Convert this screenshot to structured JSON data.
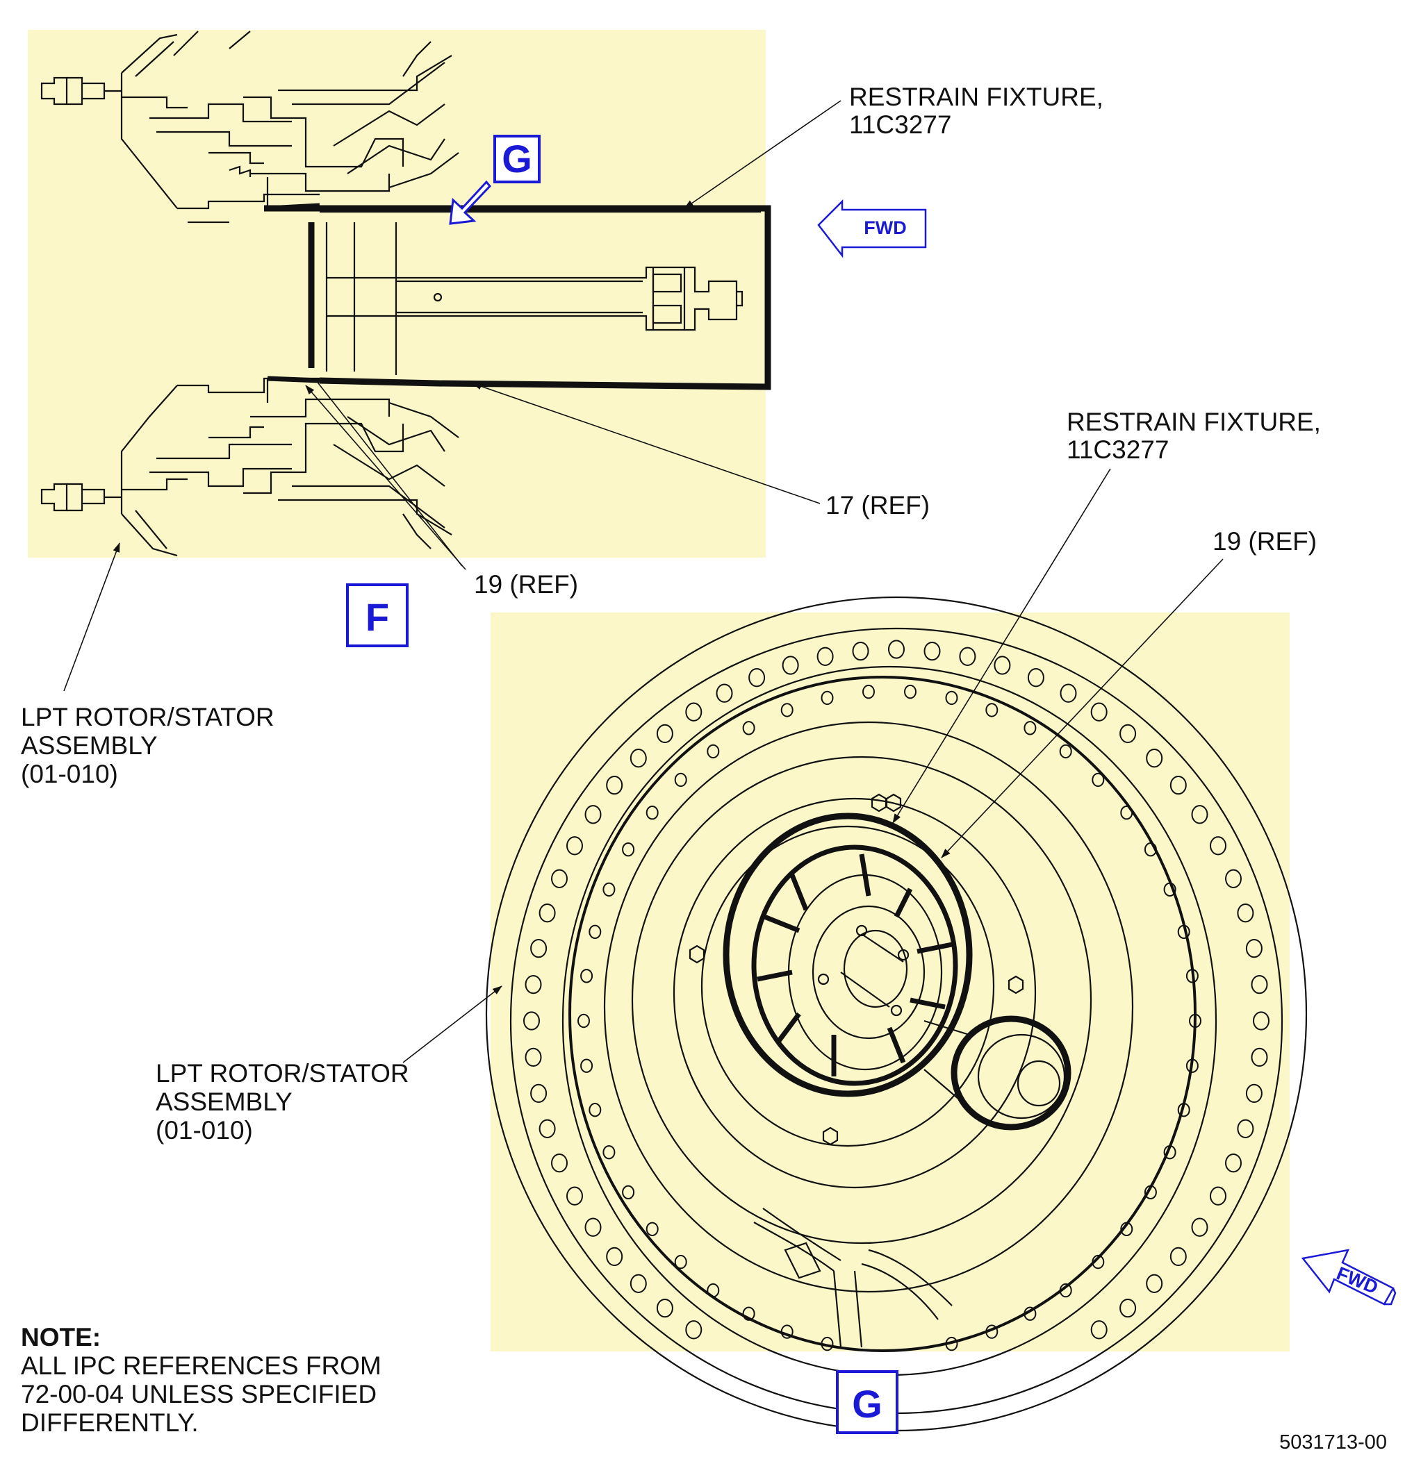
{
  "colors": {
    "panel_fill": "#fbf7c9",
    "callout_blue": "#1a1ad6",
    "line": "#111111"
  },
  "view_f": {
    "view_tag": "F",
    "detail_ref_tag": "G",
    "fwd_label": "FWD",
    "callouts": {
      "restrain_fixture_line1": "RESTRAIN FIXTURE,",
      "restrain_fixture_line2": "11C3277",
      "ref_17": "17 (REF)",
      "ref_19": "19 (REF)"
    },
    "lpt_assembly": {
      "line1": "LPT ROTOR/STATOR",
      "line2": "ASSEMBLY",
      "line3": "(01-010)"
    }
  },
  "view_g": {
    "view_tag": "G",
    "fwd_label": "FWD",
    "callouts": {
      "restrain_fixture_line1": "RESTRAIN FIXTURE,",
      "restrain_fixture_line2": "11C3277",
      "ref_19": "19 (REF)"
    },
    "lpt_assembly": {
      "line1": "LPT ROTOR/STATOR",
      "line2": "ASSEMBLY",
      "line3": "(01-010)"
    }
  },
  "note": {
    "heading": "NOTE:",
    "line1": "ALL IPC REFERENCES FROM",
    "line2": "72-00-04 UNLESS SPECIFIED",
    "line3": "DIFFERENTLY."
  },
  "figure_number": "5031713-00"
}
